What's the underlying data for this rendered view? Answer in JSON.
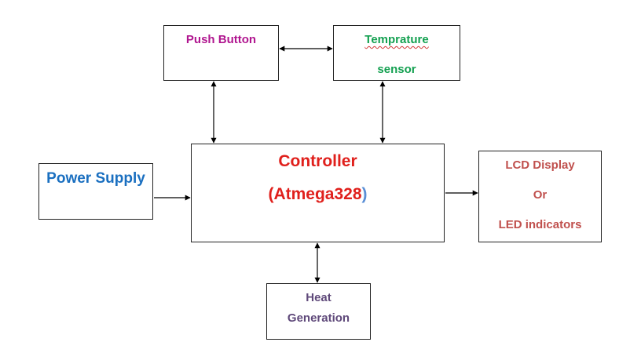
{
  "diagram": {
    "push_button": "Push Button",
    "temperature_sensor": {
      "line1": "Temprature",
      "line2": "sensor"
    },
    "power_supply": "Power Supply",
    "controller": {
      "line1": "Controller",
      "line2_main": "(Atmega328",
      "line2_close": ")"
    },
    "output": {
      "line1": "LCD Display",
      "line2": "Or",
      "line3": "LED indicators"
    },
    "heat_generation": {
      "line1": "Heat",
      "line2": "Generation"
    }
  }
}
